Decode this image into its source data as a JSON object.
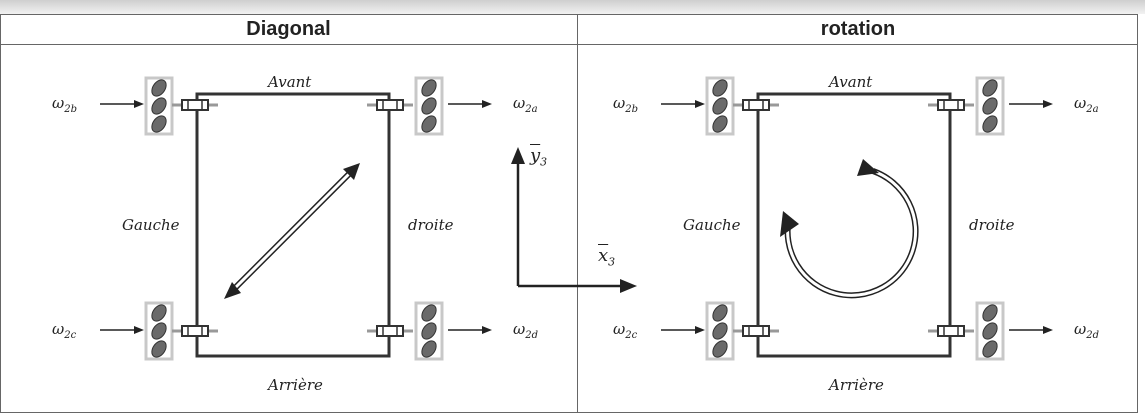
{
  "headers": {
    "left": "Diagonal",
    "right": "rotation"
  },
  "panels": [
    {
      "id": "diagonal",
      "labels": {
        "front": "Avant",
        "rear": "Arrière",
        "left": "Gauche",
        "right": "droite"
      },
      "wheels": {
        "front_left": {
          "symbol": "ω",
          "sub": "2b"
        },
        "front_right": {
          "symbol": "ω",
          "sub": "2a"
        },
        "rear_left": {
          "symbol": "ω",
          "sub": "2c"
        },
        "rear_right": {
          "symbol": "ω",
          "sub": "2d"
        }
      },
      "motion": "diagonal-double-arrow"
    },
    {
      "id": "rotation",
      "labels": {
        "front": "Avant",
        "rear": "Arrière",
        "left": "Gauche",
        "right": "droite"
      },
      "wheels": {
        "front_left": {
          "symbol": "ω",
          "sub": "2b"
        },
        "front_right": {
          "symbol": "ω",
          "sub": "2a"
        },
        "rear_left": {
          "symbol": "ω",
          "sub": "2c"
        },
        "rear_right": {
          "symbol": "ω",
          "sub": "2d"
        }
      },
      "motion": "rotation-arrow"
    }
  ],
  "axes": {
    "y": {
      "base": "y",
      "sub": "3"
    },
    "x": {
      "base": "x",
      "sub": "3"
    }
  },
  "colors": {
    "wheel_frame": "#c8c8c8",
    "roller": "#6a6a6a",
    "line": "#222222"
  }
}
